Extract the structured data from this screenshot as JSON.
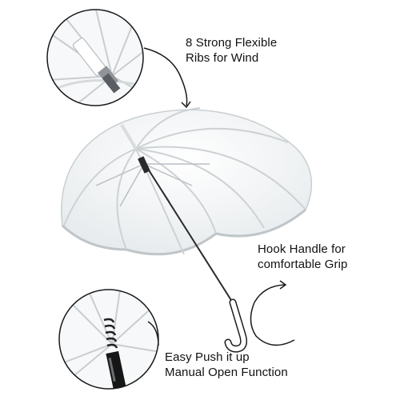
{
  "product": {
    "image_name": "clear-dome-bubble-umbrella"
  },
  "callouts": {
    "ribs": {
      "line1": "8 Strong Flexible",
      "line2": "Ribs for Wind",
      "target": "top-ribs-detail"
    },
    "handle": {
      "line1": "Hook Handle for",
      "line2": "comfortable Grip",
      "target": "j-hook-handle"
    },
    "opener": {
      "line1": "Easy Push it up",
      "line2": "Manual Open Function",
      "target": "runner-detail"
    }
  },
  "colors": {
    "canopy_fill": "#f4f6f7",
    "rib_color": "#cfd3d6",
    "shaft_color": "#2b2b2b",
    "handle_color": "#ffffff",
    "outline_color": "#1a1a1a"
  },
  "icons": [
    "umbrella-canopy",
    "detail-zoom-circle",
    "leader-arrow"
  ]
}
